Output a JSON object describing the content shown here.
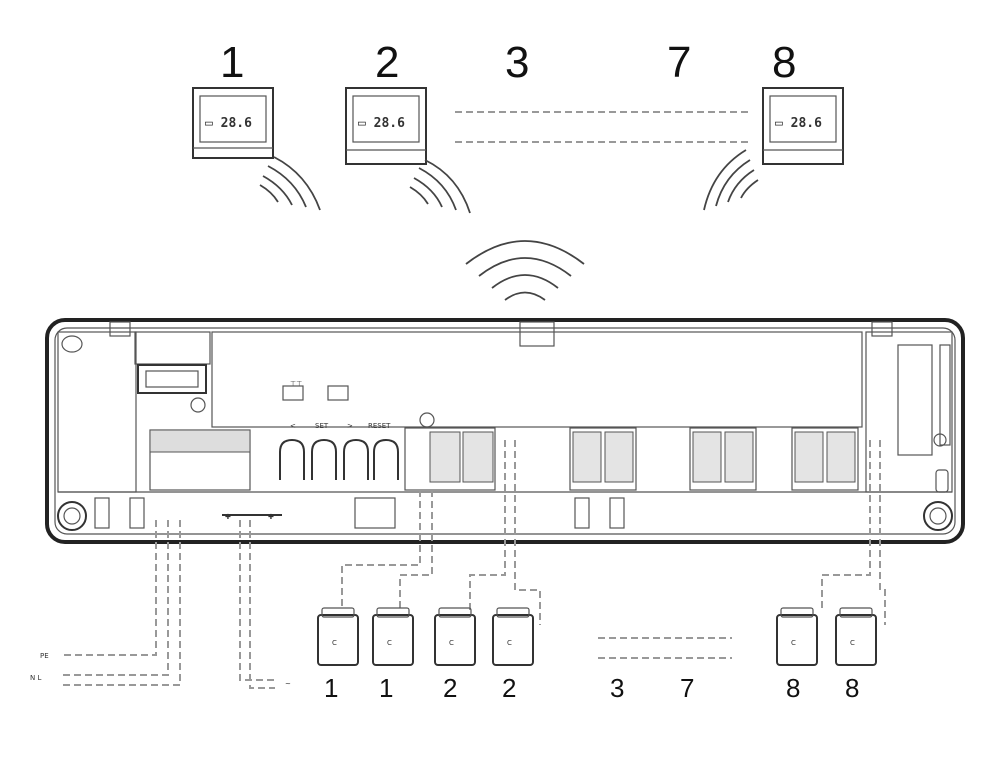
{
  "thermostats": [
    {
      "label": "1",
      "display": "▭ 28.6"
    },
    {
      "label": "2",
      "display": "▭ 28.6"
    },
    {
      "label": "3"
    },
    {
      "label": "7"
    },
    {
      "label": "8",
      "display": "▭ 28.6"
    }
  ],
  "controller": {
    "set_label": "SET",
    "reset_label": "RESET",
    "left_arrow": "<",
    "right_arrow": ">"
  },
  "actuators": [
    {
      "label": "1"
    },
    {
      "label": "1"
    },
    {
      "label": "2"
    },
    {
      "label": "2"
    },
    {
      "label": "3"
    },
    {
      "label": "7"
    },
    {
      "label": "8"
    },
    {
      "label": "8"
    }
  ],
  "wires": {
    "top_label": "PE",
    "middle_label": "N L",
    "right_label": "~"
  }
}
